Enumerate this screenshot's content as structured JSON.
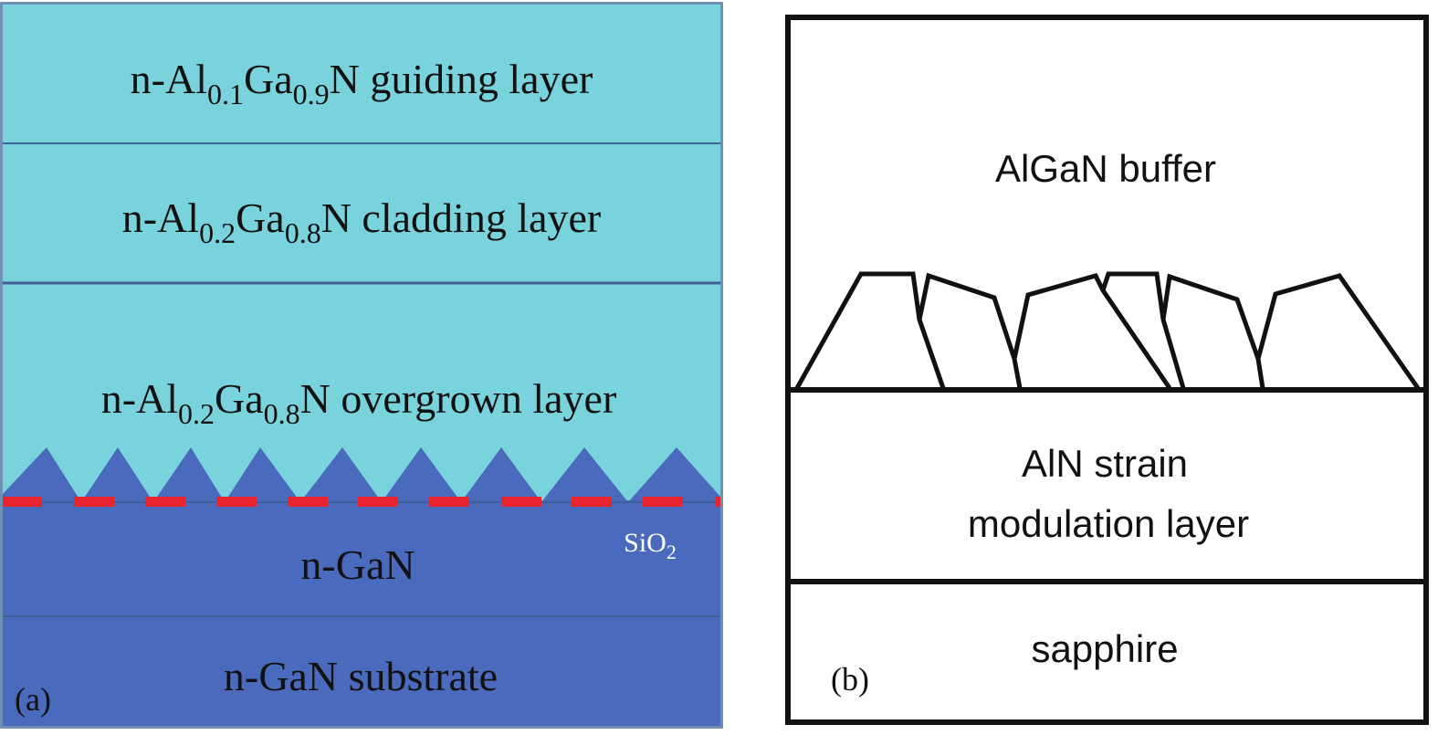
{
  "panel_a": {
    "label": "(a)",
    "colors": {
      "light_layer": "#79d3dc",
      "dark_layer": "#4a6bbd",
      "divider": "#3f5f98",
      "sio2_mask": "#e8252f",
      "sio2_label": "#ffffff"
    },
    "layers": [
      {
        "prefix": "n-Al",
        "sub1": "0.1",
        "mid": "Ga",
        "sub2": "0.9",
        "suffix": "N guiding layer"
      },
      {
        "prefix": "n-Al",
        "sub1": "0.2",
        "mid": "Ga",
        "sub2": "0.8",
        "suffix": "N cladding layer"
      },
      {
        "prefix": "n-Al",
        "sub1": "0.2",
        "mid": "Ga",
        "sub2": "0.8",
        "suffix": "N overgrown layer"
      }
    ],
    "ngan_label": "n-GaN",
    "substrate_label": "n-GaN substrate",
    "sio2": {
      "base": "SiO",
      "sub": "2"
    }
  },
  "panel_b": {
    "label": "(b)",
    "layers": {
      "buffer": "AlGaN buffer",
      "aln_line1": "AlN strain",
      "aln_line2": "modulation layer",
      "sapphire": "sapphire"
    }
  }
}
